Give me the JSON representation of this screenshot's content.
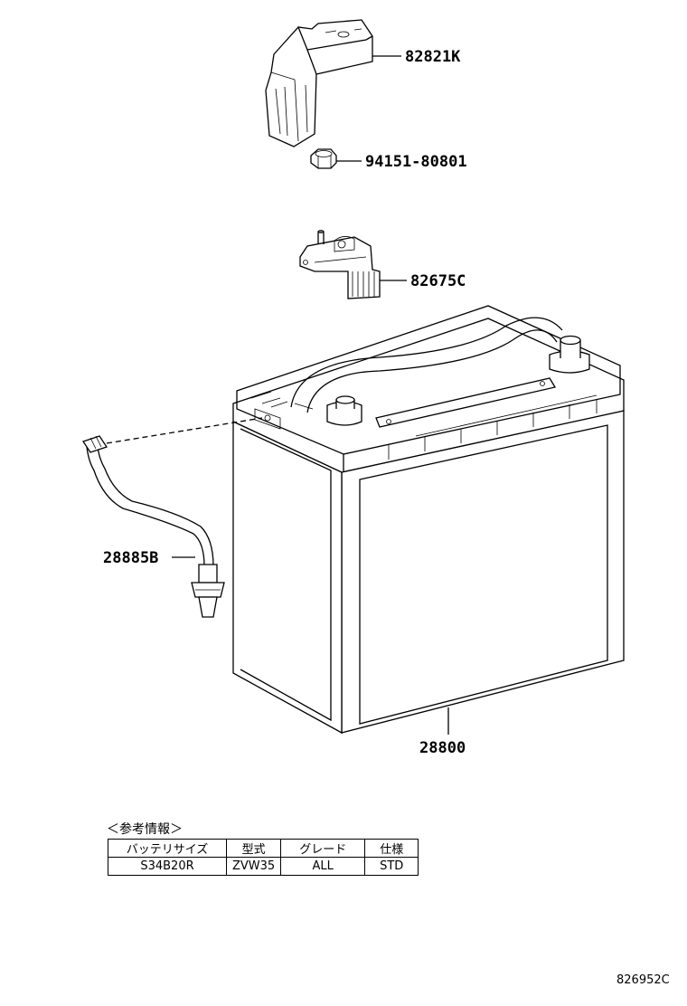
{
  "parts": {
    "terminal_cover": "82821K",
    "nut": "94151-80801",
    "wire_harness_bracket": "82675C",
    "vent_hose": "28885B",
    "battery": "28800"
  },
  "reference": {
    "caption": "＜参考情報＞",
    "headers": [
      "バッテリサイズ",
      "型式",
      "グレード",
      "仕様"
    ],
    "row": [
      "S34B20R",
      "ZVW35",
      "ALL",
      "STD"
    ]
  },
  "diagram_code": "826952C"
}
